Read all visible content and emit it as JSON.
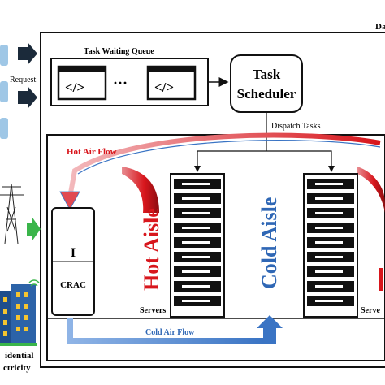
{
  "diagram": {
    "corner_label": "Da",
    "request_label": "Request",
    "queue_label": "Task Waiting Queue",
    "task_icon_text": "</>",
    "ellipsis": "···",
    "scheduler_line1": "Task",
    "scheduler_line2": "Scheduler",
    "dispatch_label": "Dispatch Tasks",
    "hot_air_flow_label": "Hot Air Flow",
    "crac_label": "CRAC",
    "crac_mark": "I",
    "hot_aisle_label": "Hot Aisle",
    "cold_aisle_label": "Cold Aisle",
    "servers_label_1": "Servers",
    "servers_label_2": "Serve",
    "cold_air_flow_label": "Cold Air Flow",
    "left_bottom_line1": "idential",
    "left_bottom_line2": "ctricity"
  },
  "colors": {
    "hot": "#d8161c",
    "cold": "#3a74c4",
    "green": "#3ab54a",
    "dark": "#111111",
    "server_fill": "#f2f2f2"
  }
}
